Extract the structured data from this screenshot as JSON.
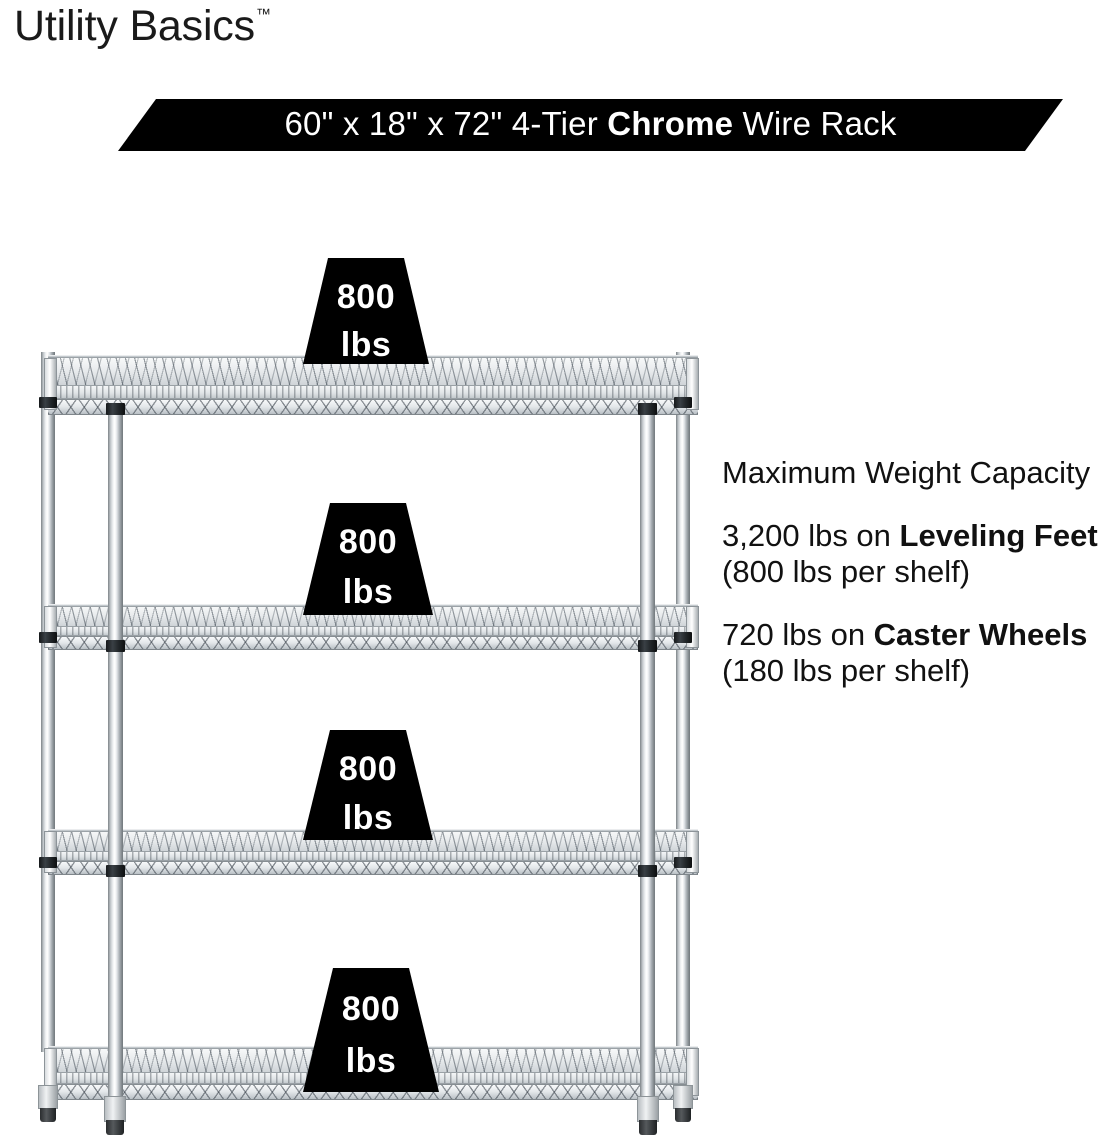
{
  "brand": {
    "name": "Utility Basics",
    "trademark": "™"
  },
  "banner": {
    "prefix": "60\" x 18\" x 72\" 4-Tier ",
    "highlight": "Chrome",
    "suffix": " Wire Rack",
    "full_text": "60\" x 18\" x 72\" 4-Tier Chrome Wire Rack",
    "background_color": "#000000",
    "text_color": "#ffffff"
  },
  "info": {
    "heading": "Maximum Weight Capacity",
    "paragraphs": [
      {
        "lead": "3,200 lbs on ",
        "bold": "Leveling Feet",
        "tail": " (800 lbs per shelf)"
      },
      {
        "lead": "720 lbs on ",
        "bold": "Caster Wheels",
        "tail": " (180 lbs per shelf)"
      }
    ]
  },
  "product": {
    "type": "4-tier chrome wire shelving rack",
    "tiers": 4,
    "dimensions": "60\" x 18\" x 72\"",
    "finish": "Chrome",
    "feet_type": "Leveling Feet"
  },
  "badges": [
    {
      "number": "800",
      "unit": "lbs"
    },
    {
      "number": "800",
      "unit": "lbs"
    },
    {
      "number": "800",
      "unit": "lbs"
    },
    {
      "number": "800",
      "unit": "lbs"
    }
  ],
  "colors": {
    "background": "#ffffff",
    "accent": "#000000",
    "text": "#111111",
    "chrome_light": "#f4f6f7",
    "chrome_dark": "#7d8488"
  }
}
